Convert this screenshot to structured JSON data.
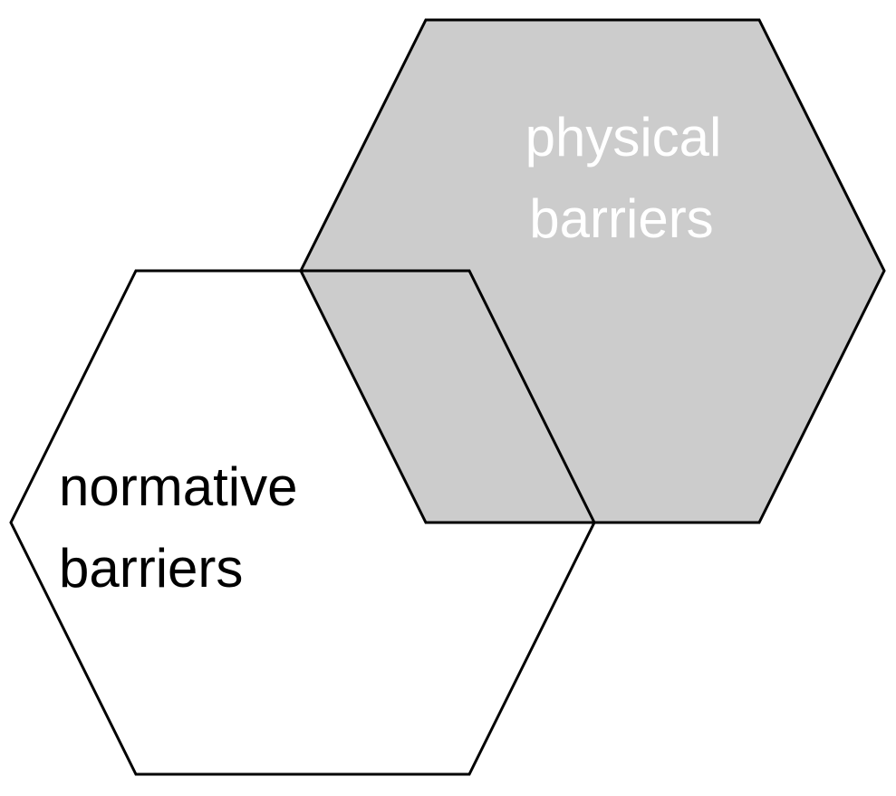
{
  "physical": {
    "line1": "physical",
    "line2": "barriers",
    "fill": "#cccccc",
    "text_color": "#ffffff"
  },
  "normative": {
    "line1": "normative",
    "line2": "barriers",
    "fill": "none",
    "text_color": "#000000"
  }
}
